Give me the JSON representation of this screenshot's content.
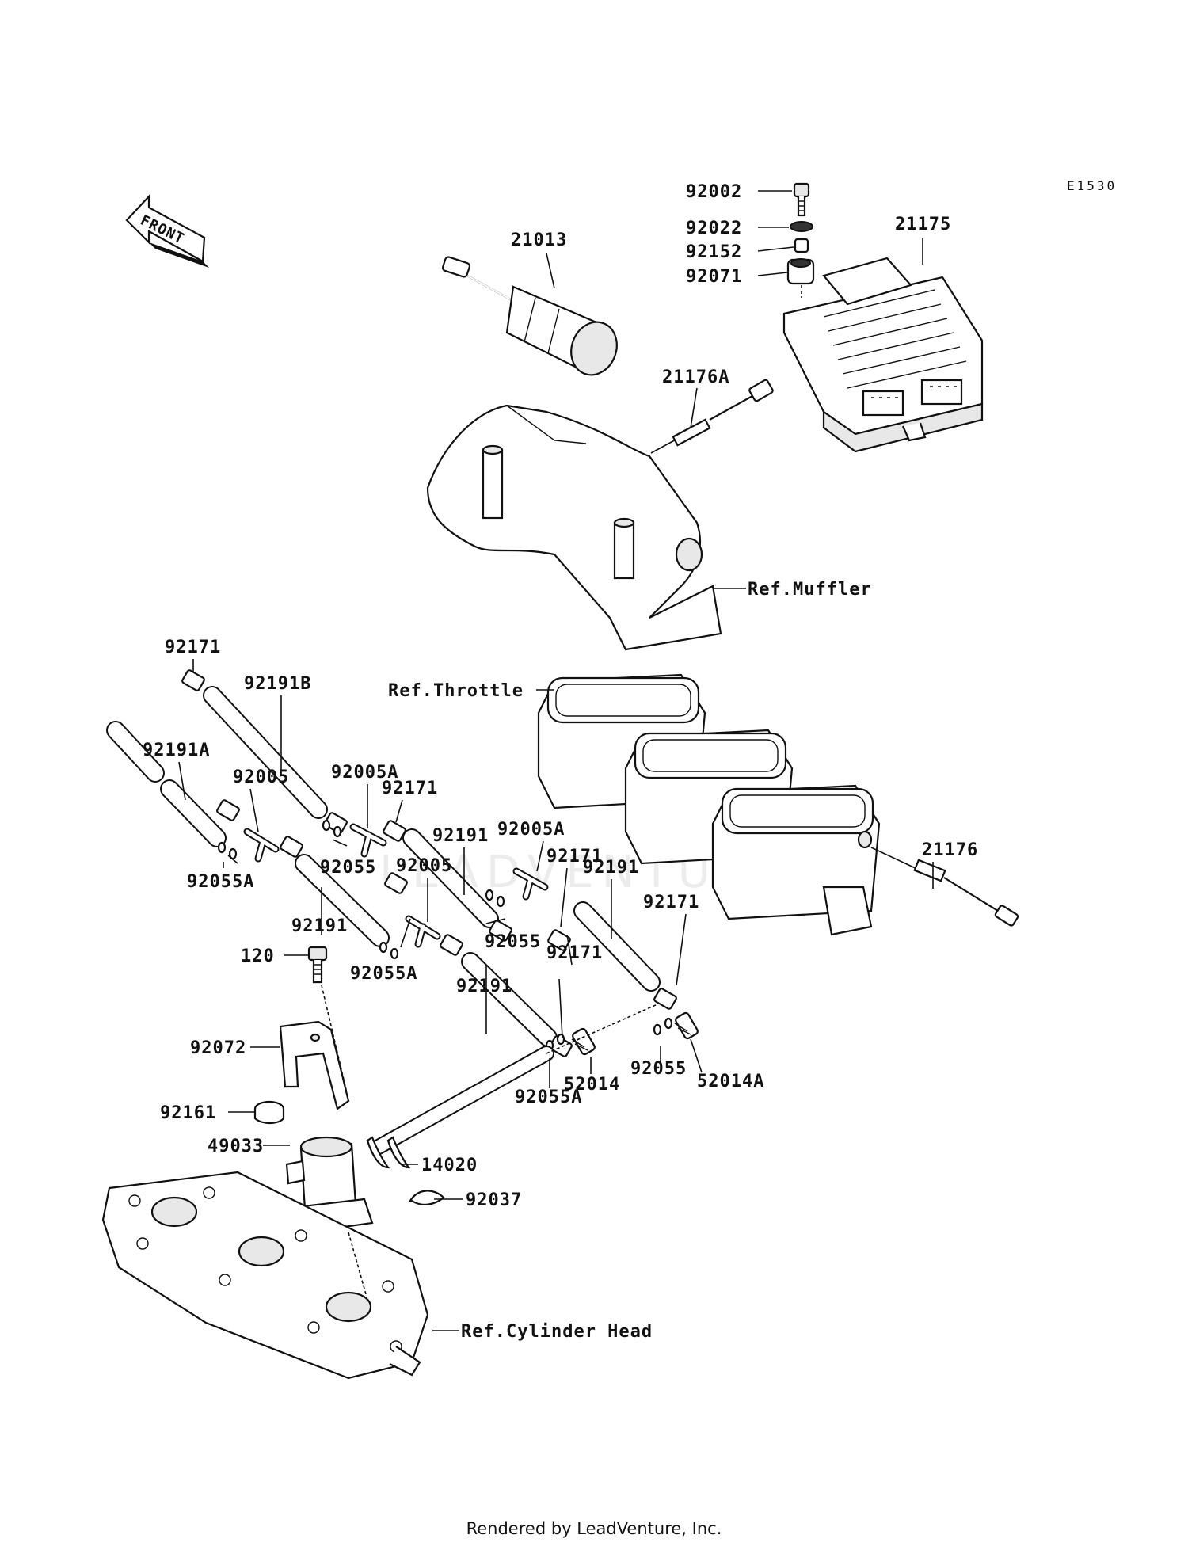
{
  "diagram": {
    "code": "E1530",
    "front_label": "FRONT",
    "footer": "Rendered by LeadVenture, Inc.",
    "watermark": "LEADVENTURE",
    "labels": {
      "92002": "92002",
      "92022": "92022",
      "92152": "92152",
      "92071": "92071",
      "21175": "21175",
      "21013": "21013",
      "21176A": "21176A",
      "ref_muffler": "Ref.Muffler",
      "ref_throttle": "Ref.Throttle",
      "ref_cylinder_head": "Ref.Cylinder Head",
      "92171_a": "92171",
      "92171_b": "92171",
      "92171_c": "92171",
      "92171_d": "92171",
      "92171_e": "92171",
      "92191B": "92191B",
      "92191A": "92191A",
      "92191_a": "92191",
      "92191_b": "92191",
      "92191_c": "92191",
      "92191_d": "92191",
      "92005A_a": "92005A",
      "92005A_b": "92005A",
      "92005_a": "92005",
      "92005_b": "92005",
      "92055_a": "92055",
      "92055_b": "92055",
      "92055_c": "92055",
      "92055A_a": "92055A",
      "92055A_b": "92055A",
      "92055A_c": "92055A",
      "21176": "21176",
      "52014A": "52014A",
      "52014": "52014",
      "120": "120",
      "92072": "92072",
      "92161": "92161",
      "49033": "49033",
      "14020": "14020",
      "92037": "92037"
    }
  }
}
